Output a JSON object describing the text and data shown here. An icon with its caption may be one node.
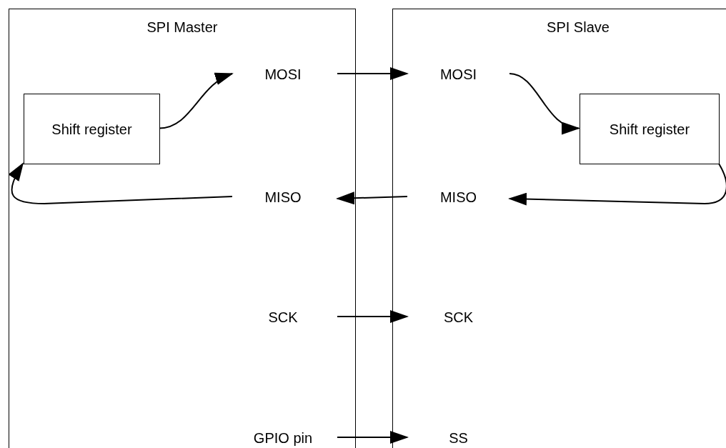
{
  "diagram": {
    "nodes": [
      {
        "text": [
          "SPI Master"
        ]
      },
      {
        "text": [
          "Shift register"
        ],
        "in": 0
      },
      {
        "text": [
          "MOSI"
        ],
        "in": 0
      },
      {
        "text": [
          "MISO"
        ],
        "in": 0
      },
      {
        "text": [
          "SCK"
        ],
        "in": 0
      },
      {
        "text": [
          "GPIO pin"
        ],
        "in": 0
      },
      {
        "text": [
          "SPI Slave"
        ]
      },
      {
        "text": [
          "MOSI"
        ],
        "in": 6
      },
      {
        "text": [
          "Shift register"
        ],
        "in": 6
      },
      {
        "text": [
          "MISO"
        ],
        "in": 6
      },
      {
        "text": [
          "SCK"
        ],
        "in": 6
      },
      {
        "text": [
          "SS"
        ],
        "in": 6
      }
    ],
    "edges": [
      {
        "from": 1,
        "to": 2,
        "arrow": "to"
      },
      {
        "from": 2,
        "to": 7,
        "arrow": "to"
      },
      {
        "from": 7,
        "to": 8,
        "arrow": "to"
      },
      {
        "from": 8,
        "to": 9,
        "arrow": "to"
      },
      {
        "from": 9,
        "to": 3,
        "arrow": "to"
      },
      {
        "from": 3,
        "to": 1,
        "arrow": "to"
      },
      {
        "from": 4,
        "to": 10,
        "arrow": "to"
      },
      {
        "from": 5,
        "to": 11,
        "arrow": "to"
      }
    ]
  }
}
